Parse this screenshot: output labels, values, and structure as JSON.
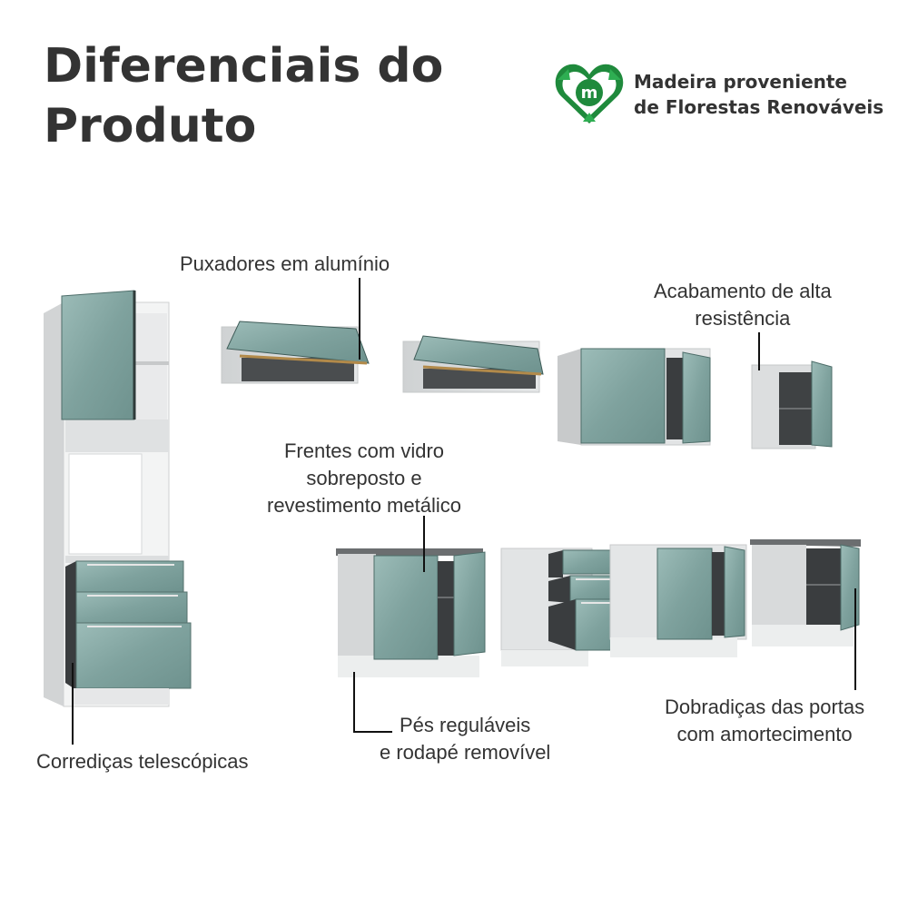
{
  "title": {
    "line1": "Diferenciais do",
    "line2": "Produto"
  },
  "badge": {
    "icon_letter": "m",
    "line1": "Madeira proveniente",
    "line2": "de Florestas Renováveis",
    "icon_color": "#1f8a3c"
  },
  "features": {
    "handles": "Puxadores em alumínio",
    "finish": {
      "line1": "Acabamento de alta",
      "line2": "resistência"
    },
    "fronts": {
      "line1": "Frentes com vidro",
      "line2": "sobreposto e",
      "line3": "revestimento metálico"
    },
    "slides": "Corrediças telescópicas",
    "feet": {
      "line1": "Pés reguláveis",
      "line2": "e rodapé removível"
    },
    "hinges": {
      "line1": "Dobradiças das portas",
      "line2": "com amortecimento"
    }
  },
  "colors": {
    "text": "#333333",
    "glass_front": "#86a8a4",
    "cabinet_body": "#d6d8d9",
    "cabinet_dark": "#3a3d3f",
    "countertop": "#6b6e70"
  }
}
